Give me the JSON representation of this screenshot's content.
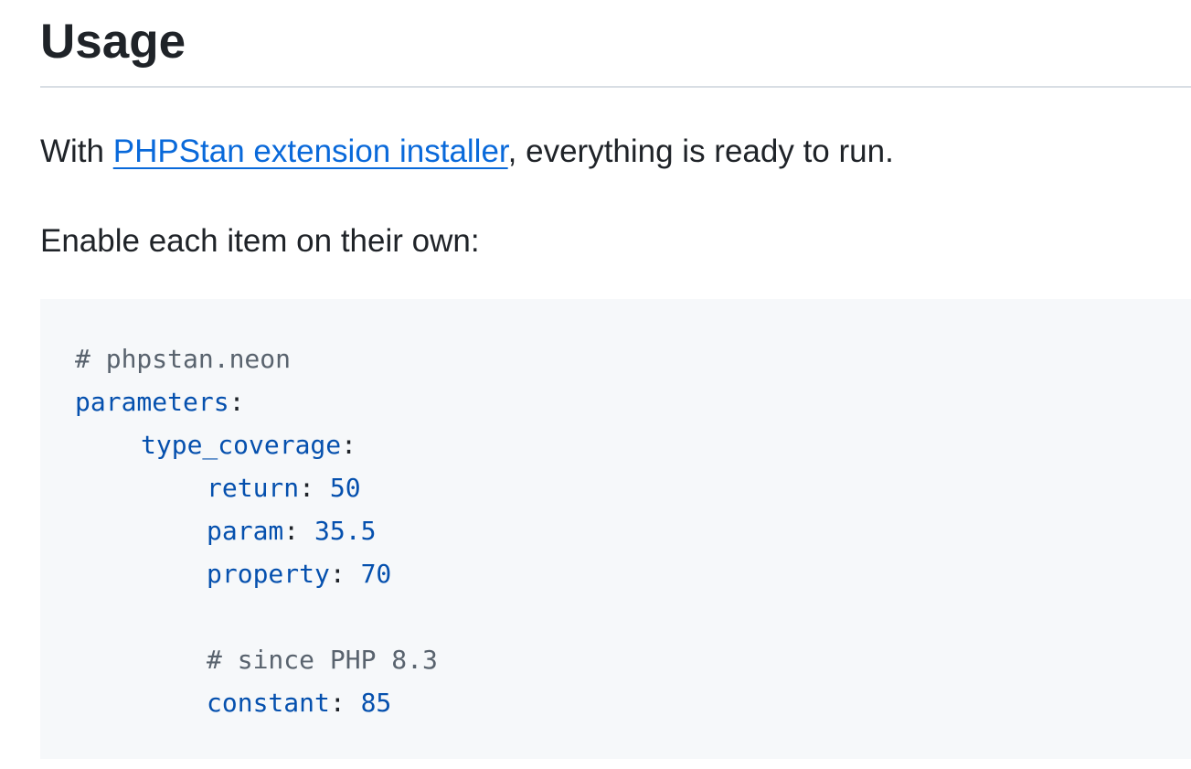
{
  "heading": "Usage",
  "intro": {
    "prefix": "With ",
    "link_text": "PHPStan extension installer",
    "suffix": ", everything is ready to run."
  },
  "instruction": "Enable each item on their own:",
  "code": {
    "file_comment": "# phpstan.neon",
    "root_key": "parameters",
    "section_key": "type_coverage",
    "colon": ":",
    "entries": [
      {
        "key": "return",
        "value": "50"
      },
      {
        "key": "param",
        "value": "35.5"
      },
      {
        "key": "property",
        "value": "70"
      }
    ],
    "since_comment": "# since PHP 8.3",
    "extra_entry": {
      "key": "constant",
      "value": "85"
    }
  },
  "colors": {
    "link": "#0969da",
    "code_key": "#0550ae",
    "code_comment": "#59636e",
    "code_background": "#f6f8fa",
    "text": "#1f2328"
  }
}
